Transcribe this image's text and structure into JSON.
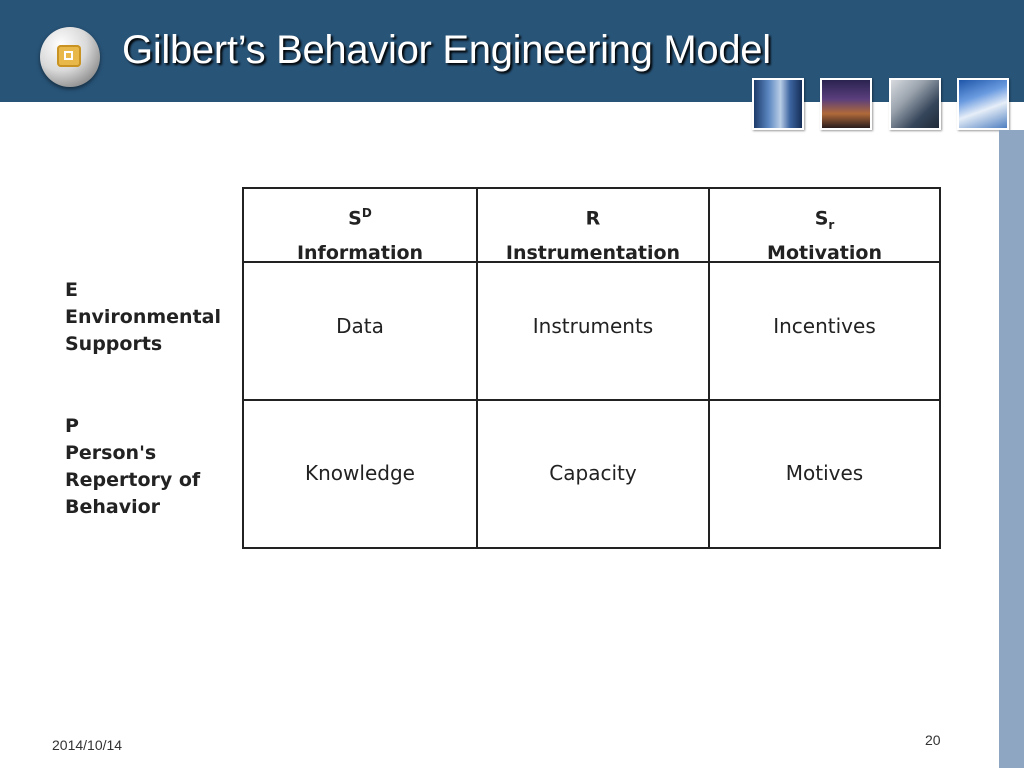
{
  "slide": {
    "title": "Gilbert’s Behavior Engineering Model",
    "date": "2014/10/14",
    "page_number": "20"
  },
  "table": {
    "columns": [
      {
        "symbol": "S",
        "superscript": "D",
        "subscript": "",
        "label": "Information"
      },
      {
        "symbol": "R",
        "superscript": "",
        "subscript": "",
        "label": "Instrumentation"
      },
      {
        "symbol": "S",
        "superscript": "",
        "subscript": "r",
        "label": "Motivation"
      }
    ],
    "rows": [
      {
        "label": "E\nEnvironmental\nSupports",
        "cells": [
          "Data",
          "Instruments",
          "Incentives"
        ]
      },
      {
        "label": "P\nPerson's\nRepertory of\nBehavior",
        "cells": [
          "Knowledge",
          "Capacity",
          "Motives"
        ]
      }
    ]
  },
  "colors": {
    "header_bar": "#285478",
    "sidebar": "#8fa6c2",
    "logo_accent": "#e8b84b"
  }
}
